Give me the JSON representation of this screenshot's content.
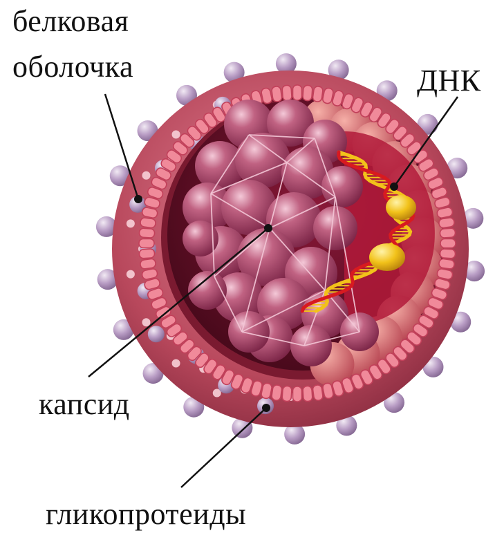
{
  "labels": {
    "protein_shell_line1": "белковая",
    "protein_shell_line2": "оболочка",
    "dna": "ДНК",
    "capsid": "капсид",
    "glycoproteins": "гликопротеиды"
  },
  "colors": {
    "envelope_outer": "#b8485c",
    "envelope_bead": "#f08a9a",
    "envelope_bead_dark": "#c2405a",
    "interior_dark": "#5a0f22",
    "capsid_sphere": "#a8486a",
    "capsid_sphere_light": "#e6a6bd",
    "dna_strand_yellow": "#f2c21a",
    "dna_strand_red": "#d81a20",
    "glycoprotein": "#b89cc4",
    "leader_line": "#111111"
  }
}
